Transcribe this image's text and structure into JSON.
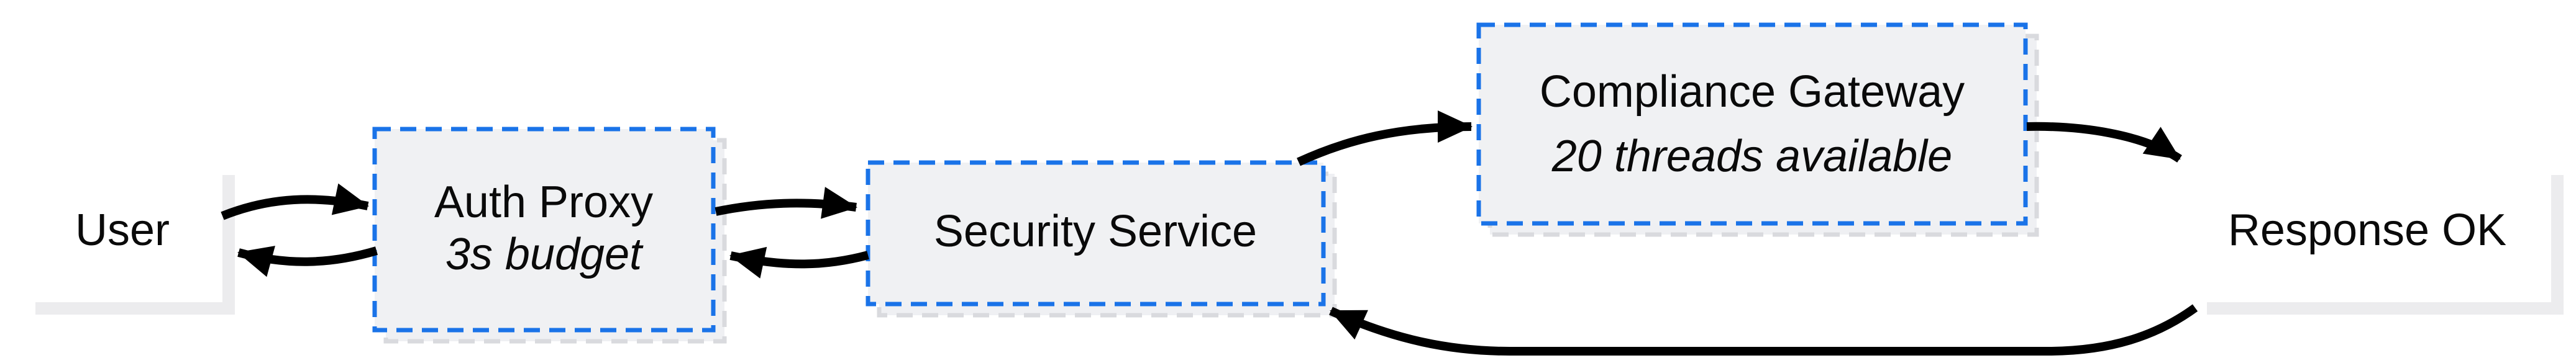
{
  "diagram": {
    "background_color": "#ffffff",
    "accent_border_color": "#1a73e8",
    "node_fill_color": "#f0f1f3",
    "shadow_color": "#ececee",
    "edge_color": "#000000",
    "text_color": "#0a0a0a",
    "nodes": [
      {
        "id": "user",
        "label": "User",
        "style": "plain"
      },
      {
        "id": "auth_proxy",
        "label": "Auth Proxy",
        "sublabel": "3s budget",
        "style": "dashed"
      },
      {
        "id": "security_service",
        "label": "Security Service",
        "style": "dashed"
      },
      {
        "id": "compliance_gateway",
        "label": "Compliance Gateway",
        "sublabel": "20 threads available",
        "style": "dashed"
      },
      {
        "id": "response_ok",
        "label": "Response OK",
        "style": "plain"
      }
    ],
    "edges": [
      {
        "from": "User",
        "to": "Auth Proxy"
      },
      {
        "from": "Auth Proxy",
        "to": "User"
      },
      {
        "from": "Auth Proxy",
        "to": "Security Service"
      },
      {
        "from": "Security Service",
        "to": "Auth Proxy"
      },
      {
        "from": "Security Service",
        "to": "Compliance Gateway"
      },
      {
        "from": "Compliance Gateway",
        "to": "Response OK"
      },
      {
        "from": "Response OK",
        "to": "Security Service"
      }
    ]
  }
}
